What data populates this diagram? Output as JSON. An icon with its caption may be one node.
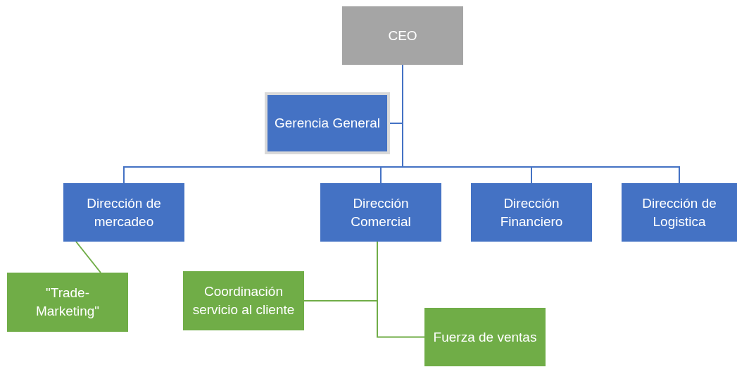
{
  "diagram": {
    "nodes": [
      {
        "text": [
          "CEO"
        ]
      },
      {
        "text": [
          "Gerencia General"
        ]
      },
      {
        "text": [
          "Dirección de mercadeo"
        ]
      },
      {
        "text": [
          "Dirección Comercial"
        ]
      },
      {
        "text": [
          "Dirección Financiero"
        ]
      },
      {
        "text": [
          "Dirección de Logistica"
        ]
      },
      {
        "text": [
          "\"Trade-Marketing\""
        ]
      },
      {
        "text": [
          "Coordinación servicio al cliente"
        ]
      },
      {
        "text": [
          "Fuerza de ventas"
        ]
      }
    ],
    "edges": [
      {
        "from": 0,
        "to": 1,
        "arrow": "none"
      },
      {
        "from": 0,
        "to": 2,
        "arrow": "none"
      },
      {
        "from": 0,
        "to": 3,
        "arrow": "none"
      },
      {
        "from": 0,
        "to": 4,
        "arrow": "none"
      },
      {
        "from": 0,
        "to": 5,
        "arrow": "none"
      },
      {
        "from": 2,
        "to": 6,
        "arrow": "none",
        "color": "#70ad47"
      },
      {
        "from": 3,
        "to": 7,
        "arrow": "none",
        "color": "#70ad47"
      },
      {
        "from": 3,
        "to": 8,
        "arrow": "none",
        "color": "#70ad47"
      }
    ]
  }
}
